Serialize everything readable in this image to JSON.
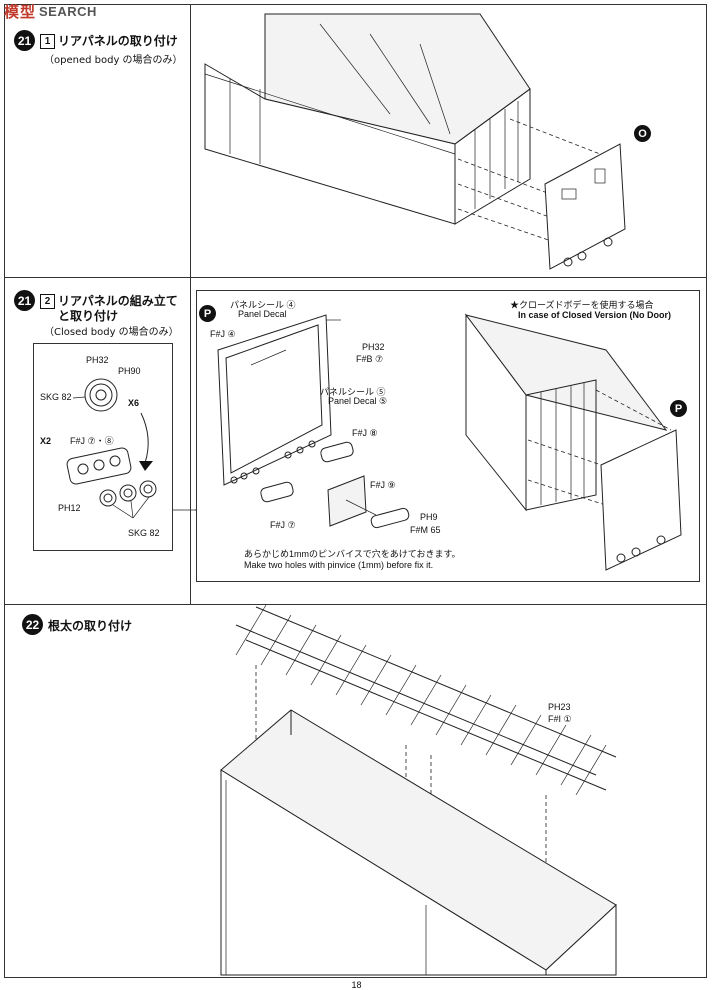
{
  "watermark": {
    "cn": "模型",
    "en": "SEARCH"
  },
  "page_number": "18",
  "step21a": {
    "number": "21",
    "sub": "1",
    "title": "リアパネルの取り付け",
    "note": "（opened body の場合のみ）",
    "badge": "O"
  },
  "step21b": {
    "number": "21",
    "sub": "2",
    "title_line1": "リアパネルの組み立て",
    "title_line2": "と取り付け",
    "note": "（Closed body の場合のみ）",
    "inset": {
      "ph32": "PH32",
      "ph90": "PH90",
      "skg82_top": "SKG 82",
      "x6": "X6",
      "x2": "X2",
      "fj78": "F#J ⑦・⑧",
      "ph12": "PH12",
      "skg82_bottom": "SKG 82"
    },
    "panel": {
      "badge": "P",
      "panel_decal_jp_4": "パネルシール ④",
      "panel_decal_en_4": "Panel Decal",
      "fj4": "F#J ④",
      "ph32": "PH32",
      "fb7": "F#B ⑦",
      "panel_decal_jp_5": "パネルシール ⑤",
      "panel_decal_en_5": "Panel Decal ⑤",
      "fj8": "F#J ⑧",
      "fj9": "F#J ⑨",
      "fj7": "F#J ⑦",
      "ph9": "PH9",
      "fm65": "F#M 65",
      "note_jp": "あらかじめ1mmのピンバイスで穴をあけておきます。",
      "note_en": "Make two holes with pinvice (1mm) before fix it.",
      "closed_jp": "★クローズドボデーを使用する場合",
      "closed_en": "In case of Closed Version (No Door)",
      "badge2": "P"
    }
  },
  "step22": {
    "number": "22",
    "title": "根太の取り付け",
    "ph23": "PH23",
    "fi1": "F#I ①"
  }
}
